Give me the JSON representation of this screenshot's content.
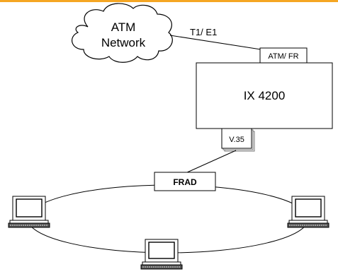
{
  "header": {
    "accent_color": "#f5a623"
  },
  "cloud": {
    "line1": "ATM",
    "line2": "Network"
  },
  "link_label": "T1/ E1",
  "port_top": "ATM/ FR",
  "router": "IX 4200",
  "port_bottom": "V.35",
  "frad": "FRAD",
  "terminals": [
    "computer-left",
    "computer-right",
    "computer-bottom"
  ]
}
